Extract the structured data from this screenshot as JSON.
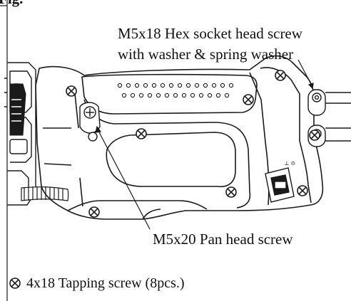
{
  "figure_label": "Fig.",
  "callouts": {
    "hex_screw_line1": "M5x18 Hex socket head screw",
    "hex_screw_line2": "with washer & spring washer",
    "pan_head_screw": "M5x20 Pan head screw"
  },
  "legend": {
    "symbol": "screw-symbol-icon",
    "text": "4x18 Tapping screw (8pcs.)"
  },
  "colors": {
    "line": "#1a1a1a",
    "background": "#ffffff"
  }
}
